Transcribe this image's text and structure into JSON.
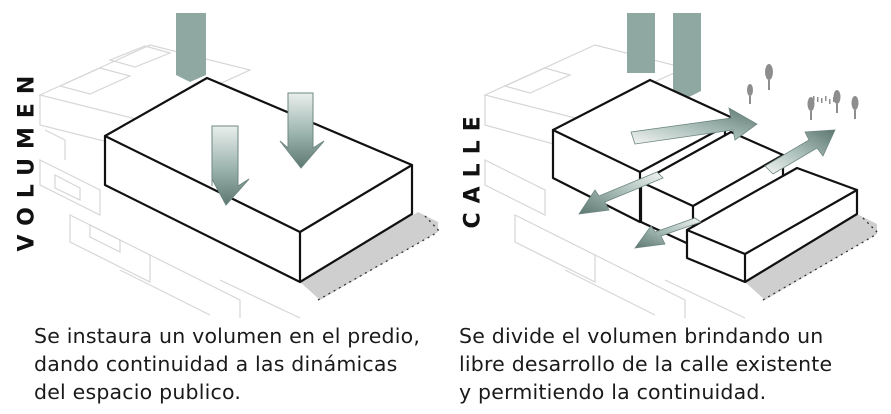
{
  "left": {
    "label": "VOLUMEN",
    "caption_lines": [
      "Se instaura un volumen en el predio,",
      "dando continuidad a las dinámicas",
      "del espacio publico."
    ]
  },
  "right": {
    "label": "CALLE",
    "caption_lines": [
      "Se divide el volumen brindando un",
      "libre desarrollo de la calle existente",
      "y permitiendo la continuidad."
    ]
  },
  "colors": {
    "arrow_fill": "#9bb3ad",
    "arrow_dark": "#5d7771",
    "tower_fill": "#8fa8a2",
    "shadow": "#cfcfcf",
    "outline": "#111111",
    "context_lines": "#d6d6d6"
  }
}
